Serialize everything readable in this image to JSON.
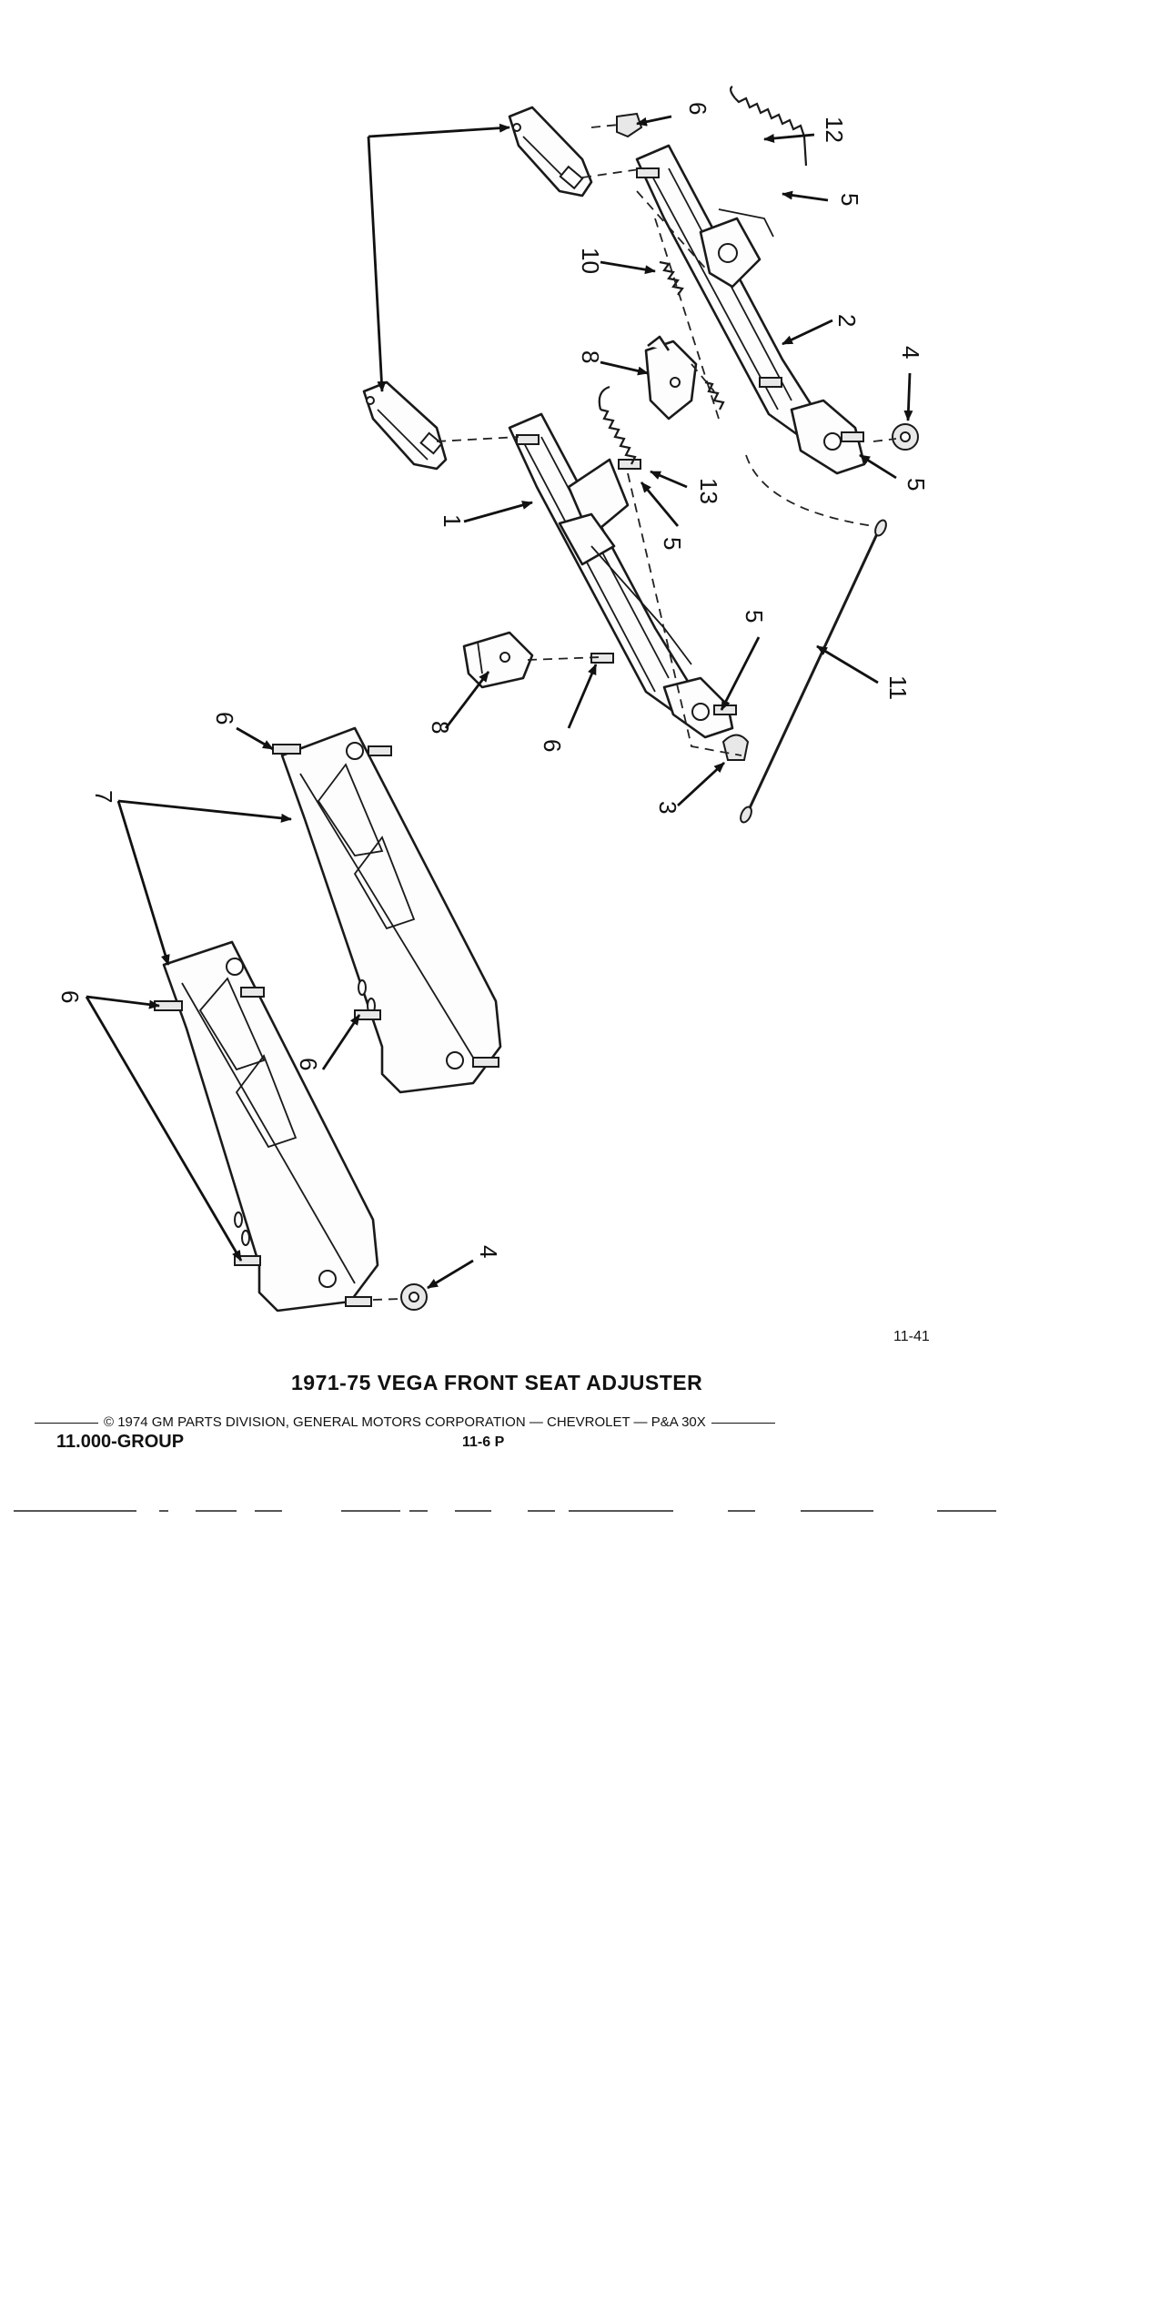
{
  "diagram": {
    "callouts": {
      "c6_top": "6",
      "c12": "12",
      "c5_top": "5",
      "c10": "10",
      "c2": "2",
      "c4_top": "4",
      "c8_top": "8",
      "c5_right": "5",
      "c13": "13",
      "c1": "1",
      "c5_mid": "5",
      "c11": "11",
      "c5_lower": "5",
      "c8_left": "8",
      "c6_mid": "6",
      "c3": "3",
      "c6_rail": "6",
      "c7": "7",
      "c6_left": "6",
      "c6_rail_lower": "6",
      "c4_bottom": "4"
    }
  },
  "figure_number": "11-41",
  "caption": "1971-75 VEGA FRONT SEAT ADJUSTER",
  "copyright": "© 1974 GM PARTS DIVISION, GENERAL MOTORS CORPORATION — CHEVROLET — P&A 30X",
  "group_label": "11.000-GROUP",
  "page_ref": "11-6  P"
}
